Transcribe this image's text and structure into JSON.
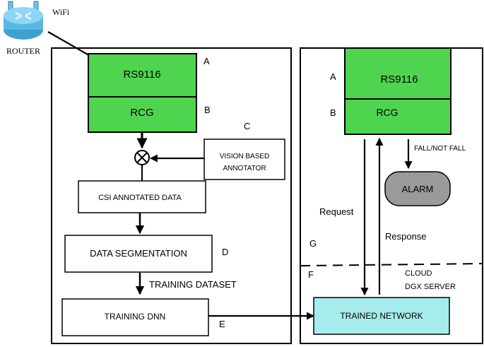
{
  "router": {
    "label": "ROUTER",
    "wifi_label": "WiFi",
    "icon": "router-icon"
  },
  "left_panel": {
    "rs_box": "RS9116",
    "rcg_box": "RCG",
    "marker_a": "A",
    "marker_b": "B",
    "marker_c": "C",
    "marker_d": "D",
    "marker_e": "E",
    "annotator_line1": "VISION BASED",
    "annotator_line2": "ANNOTATOR",
    "csi_box": "CSI ANNOTATED DATA",
    "segmentation_box": "DATA SEGMENTATION",
    "training_dataset": "TRAINING DATASET",
    "training_dnn_box": "TRAINING DNN"
  },
  "right_panel": {
    "rs_box": "RS9116",
    "rcg_box": "RCG",
    "marker_a": "A",
    "marker_b": "B",
    "marker_g": "G",
    "marker_f": "F",
    "fall_label": "FALL/NOT FALL",
    "alarm_box": "ALARM",
    "request_label": "Request",
    "response_label": "Response",
    "cloud_label": "CLOUD",
    "server_label": "DGX SERVER",
    "trained_network_box": "TRAINED NETWORK"
  },
  "colors": {
    "green": "#4fd44f",
    "cyan": "#a6ecec",
    "alarm_gray": "#9a9a9a",
    "router_blue": "#5ab8e6"
  }
}
